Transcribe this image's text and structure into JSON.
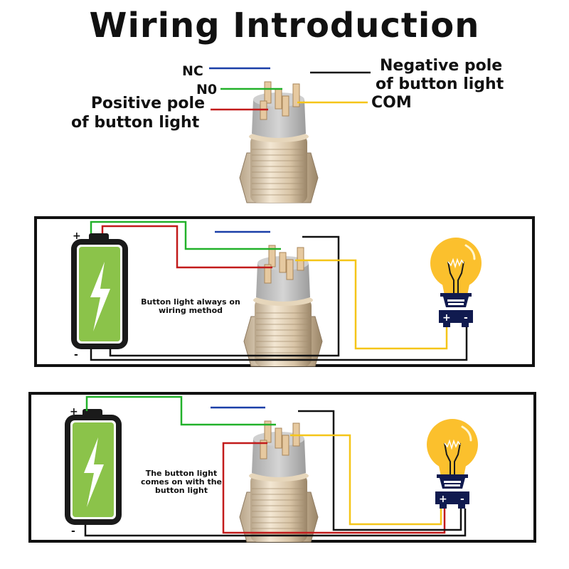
{
  "title": "Wiring Introduction",
  "top_labels": {
    "nc": "NC",
    "no": "N0",
    "positive": [
      "Positive pole",
      "of button light"
    ],
    "negative": [
      "Negative pole",
      "of button light"
    ],
    "com": "COM"
  },
  "wire_colors": {
    "nc": "#1a3fa8",
    "no": "#22b12a",
    "positive": "#c21b1b",
    "negative": "#111111",
    "com": "#f5c518"
  },
  "diagram1": {
    "caption": [
      "Button light always on",
      "wiring method"
    ],
    "battery_plus": "+",
    "battery_minus": "-",
    "bulb_plus": "+",
    "bulb_minus": "-"
  },
  "diagram2": {
    "caption": [
      "The button light",
      "comes on with the",
      "button light"
    ],
    "battery_plus": "+",
    "battery_minus": "-",
    "bulb_plus": "+",
    "bulb_minus": "-"
  },
  "colors": {
    "battery_green": "#8bc34a",
    "bulb_yellow": "#fbc02d",
    "bulb_base": "#101a4f"
  }
}
